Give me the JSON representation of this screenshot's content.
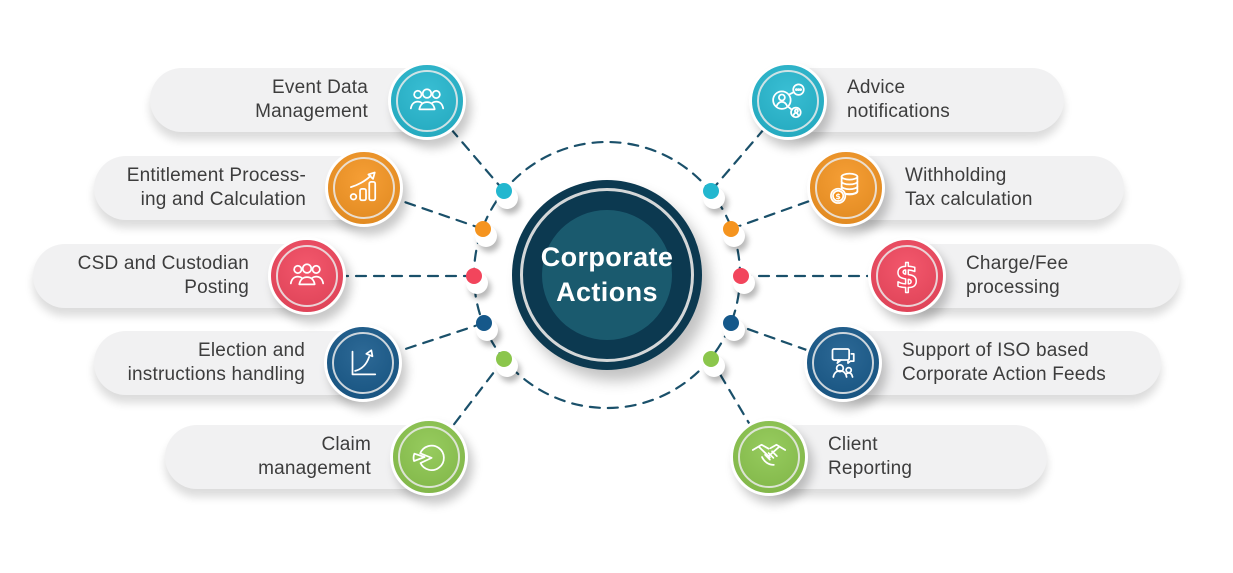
{
  "palette": {
    "cyan": "#23b7cf",
    "orange": "#f5941f",
    "red": "#f2455c",
    "navy": "#15588a",
    "green": "#8bc64c",
    "center_navy": "#0c3950",
    "center_teal": "#1a5a6e",
    "dash": "#1a506a",
    "pill_bg": "#f1f1f2",
    "text": "#3d3d3d"
  },
  "center": {
    "line1": "Corporate",
    "line2": "Actions"
  },
  "items": [
    {
      "id": "event-data-management",
      "side": "left",
      "line1": "Event Data",
      "line2": "Management",
      "color": "cyan",
      "icon": "people-group-icon"
    },
    {
      "id": "entitlement-processing",
      "side": "left",
      "line1": "Entitlement Process-",
      "line2": "ing and Calculation",
      "color": "orange",
      "icon": "bar-chart-growth-icon"
    },
    {
      "id": "csd-custodian-posting",
      "side": "left",
      "line1": "CSD and Custodian",
      "line2": "Posting",
      "color": "red",
      "icon": "people-group-icon"
    },
    {
      "id": "election-instructions",
      "side": "left",
      "line1": "Election and",
      "line2": "instructions handling",
      "color": "navy",
      "icon": "line-chart-arrow-icon"
    },
    {
      "id": "claim-management",
      "side": "left",
      "line1": "Claim",
      "line2": "management",
      "color": "green",
      "icon": "pie-chart-icon"
    },
    {
      "id": "advice-notifications",
      "side": "right",
      "line1": "Advice",
      "line2": "notifications",
      "color": "cyan",
      "icon": "network-people-icon"
    },
    {
      "id": "withholding-tax",
      "side": "right",
      "line1": "Withholding",
      "line2": "Tax calculation",
      "color": "orange",
      "icon": "coins-dollar-icon"
    },
    {
      "id": "charge-fee-processing",
      "side": "right",
      "line1": "Charge/Fee",
      "line2": "processing",
      "color": "red",
      "icon": "dollar-sign-icon"
    },
    {
      "id": "iso-corporate-feeds",
      "side": "right",
      "line1": "Support of ISO based",
      "line2": "Corporate Action Feeds",
      "color": "navy",
      "icon": "chat-people-icon"
    },
    {
      "id": "client-reporting",
      "side": "right",
      "line1": "Client",
      "line2": "Reporting",
      "color": "green",
      "icon": "handshake-icon"
    }
  ]
}
